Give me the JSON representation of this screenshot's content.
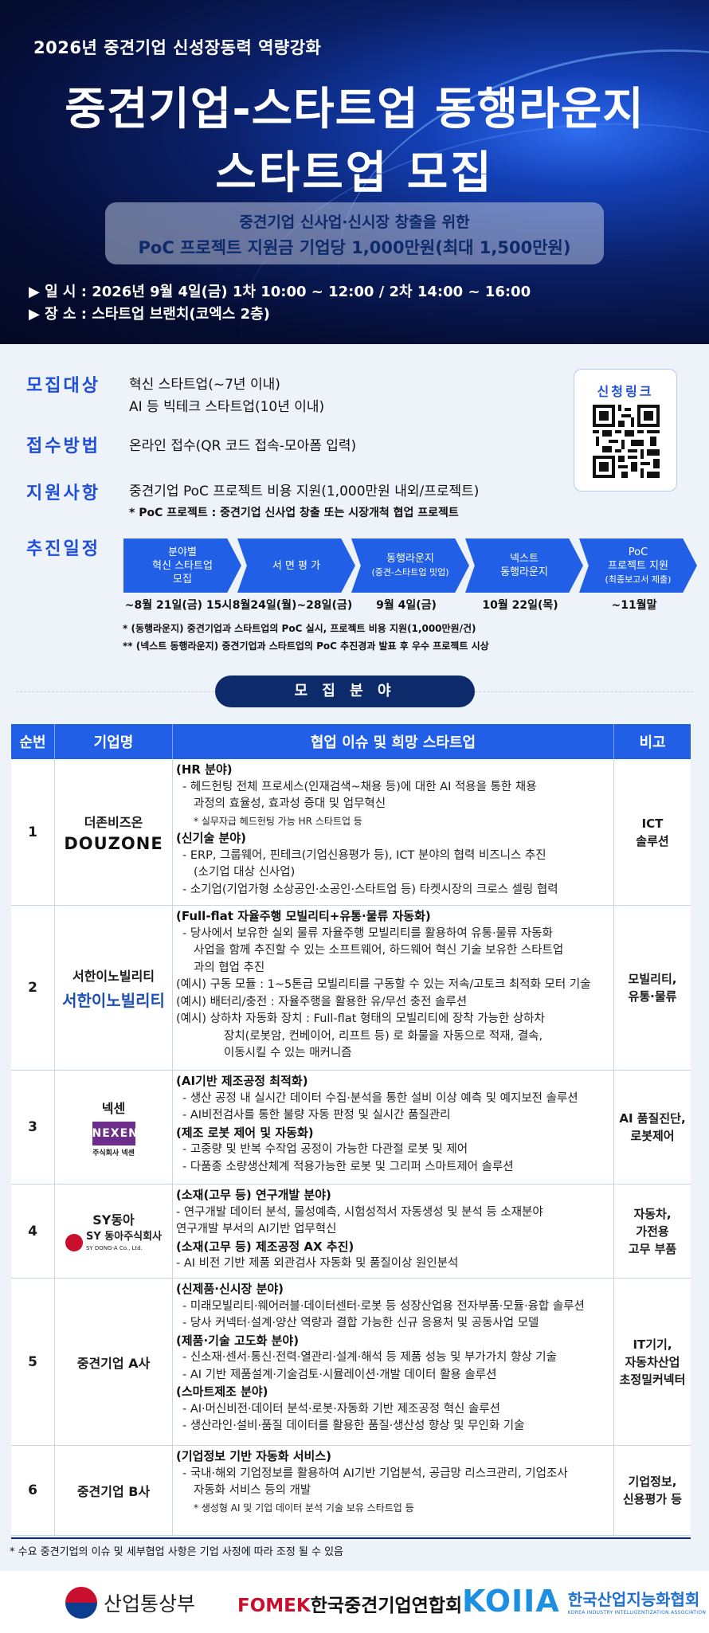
{
  "header": {
    "subtitle": "2026년 중견기업 신성장동력 역량강화",
    "title_line1": "중견기업-스타트업 동행라운지",
    "title_line2": "스타트업 모집",
    "box_line1": "중견기업 신사업·신시장 창출을 위한",
    "box_line2": "PoC 프로젝트 지원금 기업당 1,000만원(최대 1,500만원)",
    "schedule": "▶ 일 시 : 2026년 9월 4일(금) 1차 10:00 ~ 12:00 /  2차 14:00 ~ 16:00",
    "location": "▶ 장 소 : 스타트업 브랜치(코엑스 2층)"
  },
  "info": {
    "target_label": "모집대상",
    "target_line1": "혁신 스타트업(~7년 이내)",
    "target_line2": "AI 등 빅테크 스타트업(10년 이내)",
    "method_label": "접수방법",
    "method_value": "온라인 접수(QR 코드 접속-모아폼 입력)",
    "support_label": "지원사항",
    "support_value": "중견기업 PoC 프로젝트 비용 지원(1,000만원 내외/프로젝트)",
    "support_note": "* PoC 프로젝트 : 중견기업 신사업 창출 또는 시장개척 협업 프로젝트",
    "schedule_label": "추진일정",
    "qr_label": "신청링크"
  },
  "timeline": [
    {
      "lines": [
        "분야별",
        "혁신 스타트업",
        "모집"
      ],
      "small": "",
      "date": "~8월 21일(금) 15시"
    },
    {
      "lines": [
        "서 면 평 가"
      ],
      "small": "",
      "date": "8월24일(월)~28일(금)"
    },
    {
      "lines": [
        "동행라운지"
      ],
      "small": "(중견-스타트업 밋업)",
      "date": "9월 4일(금)"
    },
    {
      "lines": [
        "넥스트",
        "동행라운지"
      ],
      "small": "",
      "date": "10월 22일(목)"
    },
    {
      "lines": [
        "PoC",
        "프로젝트 지원"
      ],
      "small": "(최종보고서 제출)",
      "date": "~11월말"
    }
  ],
  "notes": {
    "n1": "* (동행라운지) 중견기업과 스타트업의 PoC 실시, 프로젝트 비용 지원(1,000만원/건)",
    "n2": "** (넥스트 동행라운지) 중견기업과 스타트업의 PoC 추진경과 발표 후 우수 프로젝트 시상"
  },
  "section_title": "모 집 분 야",
  "table": {
    "headers": [
      "순번",
      "기업명",
      "협업 이슈 및 희망 스타트업",
      "비고"
    ],
    "rows": [
      {
        "num": "1",
        "company": "더존비즈온",
        "logo": "DOUZONE",
        "note": [
          "ICT",
          "솔루션"
        ],
        "lines": [
          {
            "t": "h",
            "v": "(HR 분야)"
          },
          {
            "t": "b",
            "v": "- 헤드헌팅 전체 프로세스(인재검색~채용 등)에 대한 AI 적용을 통한 채용"
          },
          {
            "t": "ind",
            "v": "과정의 효율성, 효과성 증대 및 업무혁신"
          },
          {
            "t": "s",
            "v": "* 실무자급 헤드헌팅 가능 HR 스타트업 등"
          },
          {
            "t": "h",
            "v": "(신기술 분야)"
          },
          {
            "t": "b",
            "v": "- ERP, 그룹웨어, 핀테크(기업신용평가 등), ICT 분야의 협력 비즈니스 추진"
          },
          {
            "t": "ind",
            "v": "(소기업 대상 신사업)"
          },
          {
            "t": "b",
            "v": "- 소기업(기업가형 소상공인·소공인·스타트업 등) 타켓시장의 크로스 셀링 협력"
          }
        ]
      },
      {
        "num": "2",
        "company": "서한이노빌리티",
        "logo": "서한이노빌리티",
        "note": [
          "모빌리티,",
          "유통·물류"
        ],
        "lines": [
          {
            "t": "h",
            "v": "(Full-flat 자율주행 모빌리티+유통·물류 자동화)"
          },
          {
            "t": "b",
            "v": "- 당사에서 보유한 실외 물류 자율주행 모빌리티를 활용하여 유통·물류 자동화"
          },
          {
            "t": "ind",
            "v": "사업을 함께 추진할 수 있는 소프트웨어, 하드웨어 혁신 기술 보유한 스타트업"
          },
          {
            "t": "ind",
            "v": "과의 협업 추진"
          },
          {
            "t": "p",
            "v": "(예시) 구동 모듈 : 1~5톤급 모빌리티를 구동할 수 있는 저속/고토크 최적화 모터 기술"
          },
          {
            "t": "p",
            "v": "(예시) 배터리/충전 : 자율주행을 활용한 유/무선 충전 솔루션"
          },
          {
            "t": "p",
            "v": "(예시) 상하차 자동화 장치 : Full-flat 형태의 모빌리티에 장착 가능한 상하차"
          },
          {
            "t": "ind2",
            "v": "장치(로봇암, 컨베이어, 리프트 등) 로 화물을 자동으로 적재, 결속,"
          },
          {
            "t": "ind2",
            "v": "이동시킬 수 있는 매커니즘"
          }
        ]
      },
      {
        "num": "3",
        "company": "넥센",
        "logo": "NEXEN",
        "logo_sub": "주식회사 넥센",
        "note": [
          "AI 품질진단,",
          "로봇제어"
        ],
        "lines": [
          {
            "t": "h",
            "v": "(AI기반 제조공정 최적화)"
          },
          {
            "t": "b",
            "v": "- 생산 공정 내 실시간 데이터 수집·분석을 통한 설비 이상 예측 및 예지보전 솔루션"
          },
          {
            "t": "b",
            "v": "- AI비전검사를 통한 불량 자동 판정 및 실시간 품질관리"
          },
          {
            "t": "h",
            "v": "(제조 로봇 제어 및 자동화)"
          },
          {
            "t": "b",
            "v": "- 고중량 및 반복 수작업 공정이 가능한 다관절 로봇 및 제어"
          },
          {
            "t": "b",
            "v": "- 다품종 소량생산체계 적용가능한 로봇 및 그리퍼 스마트제어 솔루션"
          }
        ]
      },
      {
        "num": "4",
        "company": "SY동아",
        "logo": "SY 동아주식회사",
        "logo_sub": "SY DONG-A Co., Ltd.",
        "note": [
          "자동차,",
          "가전용",
          "고무 부품"
        ],
        "lines": [
          {
            "t": "h",
            "v": "(소재(고무 등) 연구개발 분야)"
          },
          {
            "t": "p",
            "v": "- 연구개발 데이터 분석, 물성예측, 시험성적서 자동생성 및 분석 등 소재분야"
          },
          {
            "t": "p",
            "v": "연구개발 부서의 AI기반 업무혁신"
          },
          {
            "t": "h",
            "v": "(소재(고무 등) 제조공정 AX 추진)"
          },
          {
            "t": "p",
            "v": "- AI 비전 기반 제품 외관검사 자동화 및 품질이상 원인분석"
          }
        ]
      },
      {
        "num": "5",
        "company": "중견기업 A사",
        "note": [
          "IT기기,",
          "자동차산업",
          "초정밀커넥터"
        ],
        "lines": [
          {
            "t": "h",
            "v": "(신제품·신시장 분야)"
          },
          {
            "t": "b",
            "v": "- 미래모빌리티·웨어러블·데이터센터·로봇 등 성장산업용 전자부품·모듈·융합 솔루션"
          },
          {
            "t": "b",
            "v": "- 당사 커넥터·설계·양산 역량과 결합 가능한 신규 응용처 및 공동사업 모델"
          },
          {
            "t": "h",
            "v": "(제품·기술 고도화 분야)"
          },
          {
            "t": "b",
            "v": "- 신소재·센서·통신·전력·열관리·설계·해석 등 제품 성능 및 부가가치 향상 기술"
          },
          {
            "t": "b",
            "v": "- AI 기반 제품설계·기술검토·시뮬레이션·개발 데이터 활용 솔루션"
          },
          {
            "t": "h",
            "v": "(스마트제조 분야)"
          },
          {
            "t": "b",
            "v": "- AI·머신비전·데이터 분석·로봇·자동화 기반 제조공정 혁신 솔루션"
          },
          {
            "t": "b",
            "v": "- 생산라인·설비·품질 데이터를 활용한 품질·생산성 향상 및 무인화 기술"
          }
        ]
      },
      {
        "num": "6",
        "company": "중견기업 B사",
        "note": [
          "기업정보,",
          "신용평가 등"
        ],
        "lines": [
          {
            "t": "h",
            "v": "(기업정보 기반 자동화 서비스)"
          },
          {
            "t": "b",
            "v": "- 국내·해외 기업정보를 활용하여 AI기반 기업분석, 공급망 리스크관리, 기업조사"
          },
          {
            "t": "ind",
            "v": "자동화 서비스 등의 개발"
          },
          {
            "t": "s",
            "v": "* 생성형 AI 및 기업 데이터 분석 기술 보유 스타트업 등"
          }
        ]
      }
    ]
  },
  "footnote": "* 수요 중견기업의 이슈 및 세부협업 사항은 기업 사정에 따라 조정 될 수 있음",
  "footer": {
    "motie": "산업통상부",
    "fomek_logo": "FOMEK",
    "fomek_name": "한국중견기업연합회",
    "koiia_logo": "KOIIA",
    "koiia_ko": "한국산업지능화협회",
    "koiia_en": "KOREA INDUSTRY INTELLIGENTIZATION ASSOCIATION"
  }
}
